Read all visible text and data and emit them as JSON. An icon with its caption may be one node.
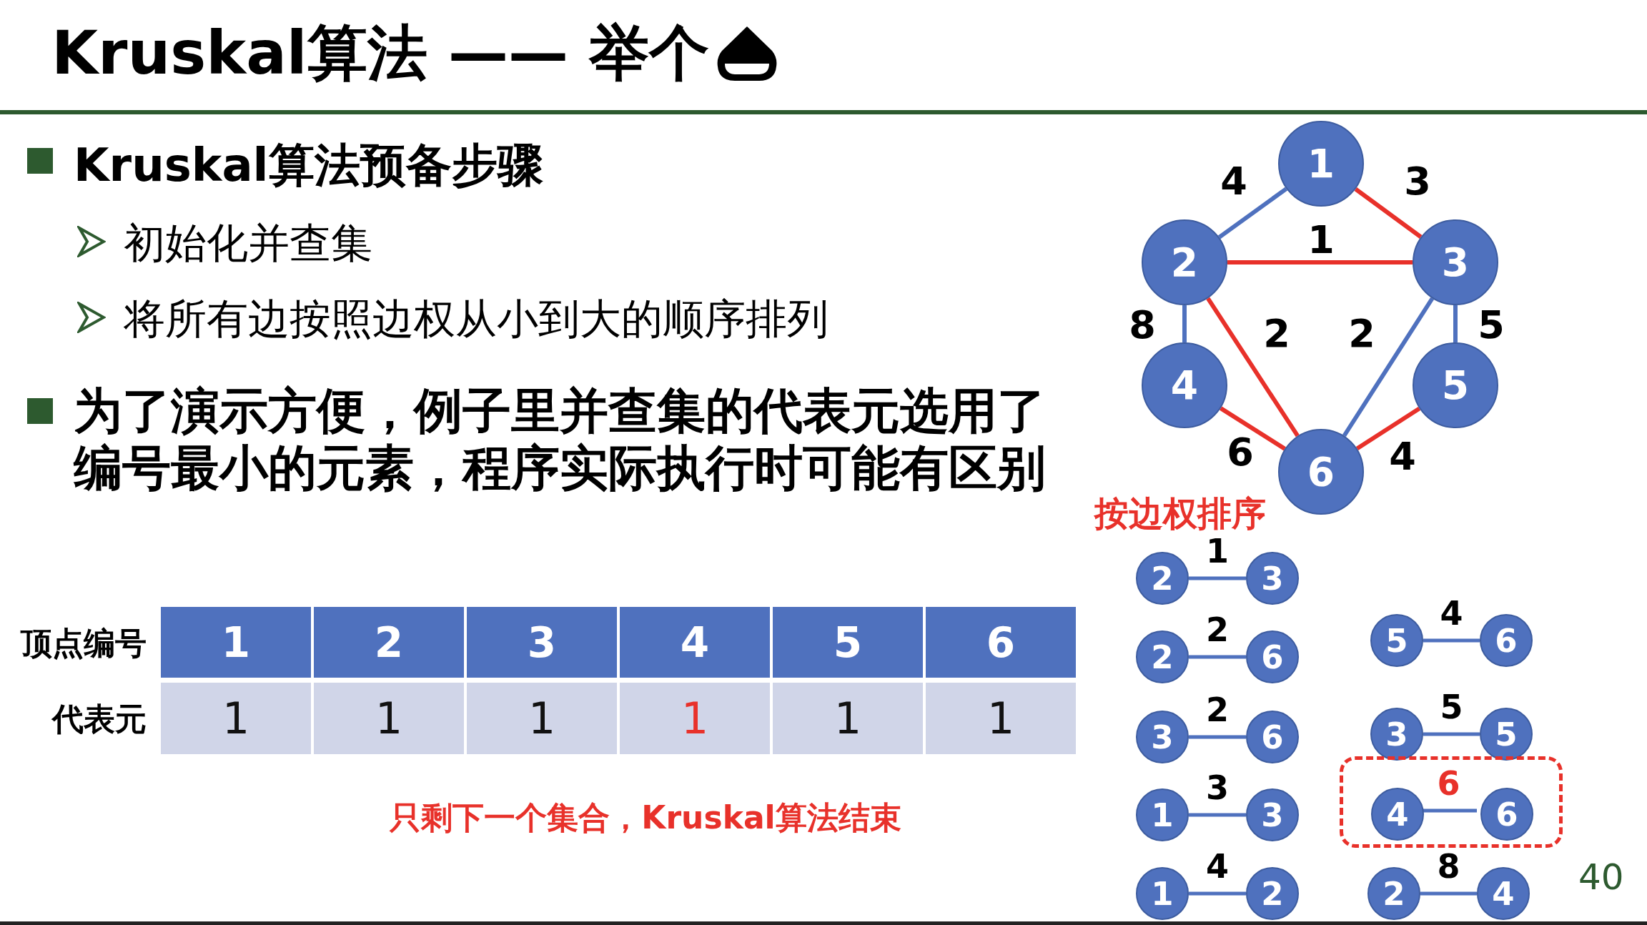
{
  "diagram": {
    "title": "Kruskal算法 —— 举个",
    "nodes": [
      {
        "text": [
          "1"
        ]
      },
      {
        "text": [
          "2"
        ]
      },
      {
        "text": [
          "3"
        ]
      },
      {
        "text": [
          "4"
        ]
      },
      {
        "text": [
          "5"
        ]
      },
      {
        "text": [
          "6"
        ]
      },
      {
        "text": [
          "2"
        ]
      },
      {
        "text": [
          "3"
        ]
      },
      {
        "text": [
          "2"
        ]
      },
      {
        "text": [
          "6"
        ]
      },
      {
        "text": [
          "3"
        ]
      },
      {
        "text": [
          "6"
        ]
      },
      {
        "text": [
          "1"
        ]
      },
      {
        "text": [
          "3"
        ]
      },
      {
        "text": [
          "1"
        ]
      },
      {
        "text": [
          "2"
        ]
      },
      {
        "text": [
          "5"
        ]
      },
      {
        "text": [
          "6"
        ]
      },
      {
        "text": [
          "3"
        ]
      },
      {
        "text": [
          "5"
        ]
      },
      {
        "text": [],
        "shape": "box"
      },
      {
        "text": [
          "4"
        ],
        "in": 20
      },
      {
        "text": [
          "6"
        ],
        "in": 20
      },
      {
        "text": [
          "2"
        ]
      },
      {
        "text": [
          "4"
        ]
      }
    ],
    "edges": [
      {
        "from": 0,
        "to": 1,
        "arrow": "none",
        "label": "4"
      },
      {
        "from": 0,
        "to": 2,
        "arrow": "none",
        "label": "3",
        "color": "#e8312a"
      },
      {
        "from": 1,
        "to": 2,
        "arrow": "none",
        "label": "1",
        "color": "#e8312a"
      },
      {
        "from": 1,
        "to": 3,
        "arrow": "none",
        "label": "8"
      },
      {
        "from": 1,
        "to": 5,
        "arrow": "none",
        "label": "2",
        "color": "#e8312a"
      },
      {
        "from": 2,
        "to": 5,
        "arrow": "none",
        "label": "2"
      },
      {
        "from": 2,
        "to": 4,
        "arrow": "none",
        "label": "5"
      },
      {
        "from": 3,
        "to": 5,
        "arrow": "none",
        "label": "6",
        "color": "#e8312a"
      },
      {
        "from": 4,
        "to": 5,
        "arrow": "none",
        "label": "4",
        "color": "#e8312a"
      },
      {
        "from": 6,
        "to": 7,
        "arrow": "none",
        "label": "1"
      },
      {
        "from": 8,
        "to": 9,
        "arrow": "none",
        "label": "2"
      },
      {
        "from": 10,
        "to": 11,
        "arrow": "none",
        "label": "2"
      },
      {
        "from": 12,
        "to": 13,
        "arrow": "none",
        "label": "3"
      },
      {
        "from": 14,
        "to": 15,
        "arrow": "none",
        "label": "4"
      },
      {
        "from": 16,
        "to": 17,
        "arrow": "none",
        "label": "4"
      },
      {
        "from": 18,
        "to": 19,
        "arrow": "none",
        "label": "5"
      },
      {
        "from": 21,
        "to": 22,
        "arrow": "none",
        "label": "6"
      },
      {
        "from": 23,
        "to": 24,
        "arrow": "none",
        "label": "8"
      }
    ],
    "labels": [
      "Kruskal算法预备步骤",
      "初始化并查集",
      "将所有边按照边权从小到大的顺序排列",
      "为了演示方便，例子里并查集的代表元选用了编号最小的元素，程序实际执行时可能有区别",
      "按边权排序",
      "顶点编号",
      "1",
      "2",
      "3",
      "4",
      "5",
      "6",
      "代表元",
      "1",
      "1",
      "1",
      "1",
      "1",
      "1",
      "只剩下一个集合，Kruskal算法结束",
      "40"
    ]
  }
}
